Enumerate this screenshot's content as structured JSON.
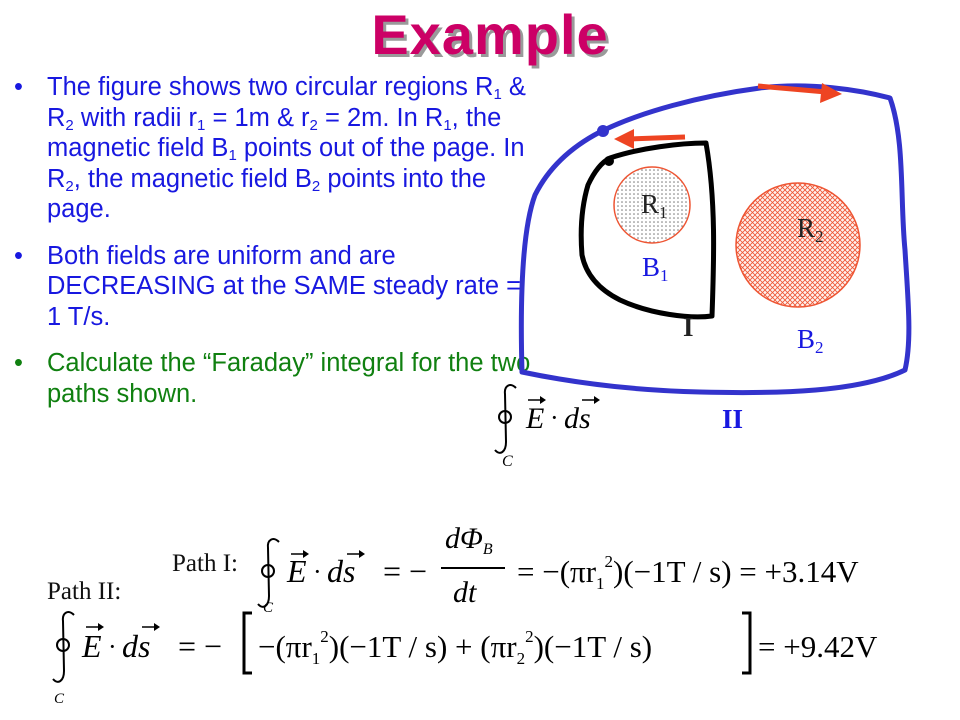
{
  "title": "Example",
  "bullets": [
    {
      "parts": [
        "The figure shows two circular regions R",
        "1",
        " & R",
        "2",
        " with radii r",
        "1",
        " = 1m & r",
        "2",
        " = 2m. In R",
        "1",
        ", the magnetic field B",
        "1",
        " points out of the page. In R",
        "2",
        ", the magnetic field B",
        "2",
        " points into the page."
      ]
    },
    {
      "text": "Both fields are uniform and are DECREASING at the SAME steady rate = 1 T/s."
    },
    {
      "text": "Calculate the “Faraday” integral for the two paths shown."
    }
  ],
  "figure": {
    "region1": {
      "letter": "R",
      "sub": "1"
    },
    "region2": {
      "letter": "R",
      "sub": "2"
    },
    "field1": {
      "letter": "B",
      "sub": "1"
    },
    "field2": {
      "letter": "B",
      "sub": "2"
    },
    "path1_label": "I",
    "path2_label": "II",
    "colors": {
      "path_inner": "#000000",
      "path_outer": "#3333cc",
      "arrow": "#ee4422",
      "region_fill": "#ff5533"
    }
  },
  "integral_symbol": {
    "E": "E",
    "ds": "ds",
    "contour": "C"
  },
  "equations": {
    "path1_label": "Path I:",
    "path1_rhs": "= −",
    "path1_frac_num": "dΦ",
    "path1_frac_num_sub": "B",
    "path1_frac_den": "dt",
    "path1_rest": "= −(πr",
    "path1_rest2": ")(−1T / s) = +3.14V",
    "path2_label": "Path II:",
    "path2_rhs": "= −",
    "path2_t1": "−(πr",
    "path2_t2": ")(−1T / s) + (πr",
    "path2_t3": ")(−1T / s)",
    "path2_result": "= +9.42V",
    "sub1": "1",
    "sub2": "2",
    "sup2": "2"
  }
}
